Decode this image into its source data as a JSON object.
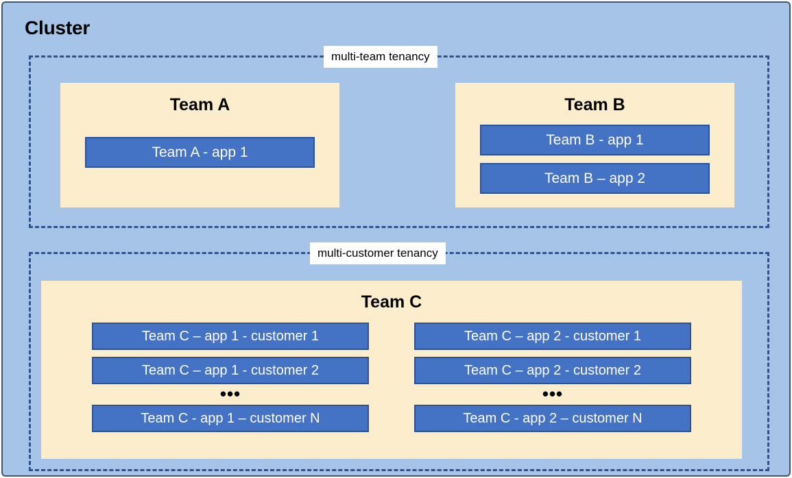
{
  "diagram": {
    "title": "Cluster",
    "colors": {
      "cluster_background": "#a6c4e8",
      "frame_border": "#41546e",
      "tenancy_border": "#2f528f",
      "team_card": "#fcedcd",
      "app_box_fill": "#4472c4",
      "app_box_border": "#2f528f",
      "app_box_text": "#ffffff",
      "label_chip": "#ffffff",
      "text": "#000000"
    },
    "groups": [
      {
        "id": "multi-team",
        "label": "multi-team tenancy",
        "teams": [
          {
            "id": "team-a",
            "title": "Team A",
            "apps": [
              "Team A - app 1"
            ]
          },
          {
            "id": "team-b",
            "title": "Team B",
            "apps": [
              "Team B - app 1",
              "Team B – app 2"
            ]
          }
        ]
      },
      {
        "id": "multi-customer",
        "label": "multi-customer tenancy",
        "teams": [
          {
            "id": "team-c",
            "title": "Team C",
            "columns": [
              {
                "id": "team-c-app-1",
                "apps": [
                  "Team C – app 1 - customer 1",
                  "Team C – app 1 - customer 2"
                ],
                "ellipsis": "•••",
                "last_app": "Team C - app 1 – customer N"
              },
              {
                "id": "team-c-app-2",
                "apps": [
                  "Team C – app 2 - customer 1",
                  "Team C – app 2 - customer 2"
                ],
                "ellipsis": "•••",
                "last_app": "Team C - app 2 – customer N"
              }
            ]
          }
        ]
      }
    ]
  }
}
